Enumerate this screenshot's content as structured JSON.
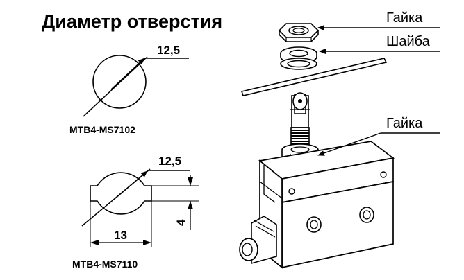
{
  "title": "Диаметр отверстия",
  "models": {
    "round": "MTB4-MS7102",
    "keyed": "MTB4-MS7110"
  },
  "dimensions": {
    "round_diameter": "12,5",
    "keyed_diameter": "12,5",
    "keyed_width": "13",
    "keyed_flat": "4"
  },
  "callouts": {
    "nut_top": "Гайка",
    "washer": "Шайба",
    "nut_bottom": "Гайка"
  }
}
